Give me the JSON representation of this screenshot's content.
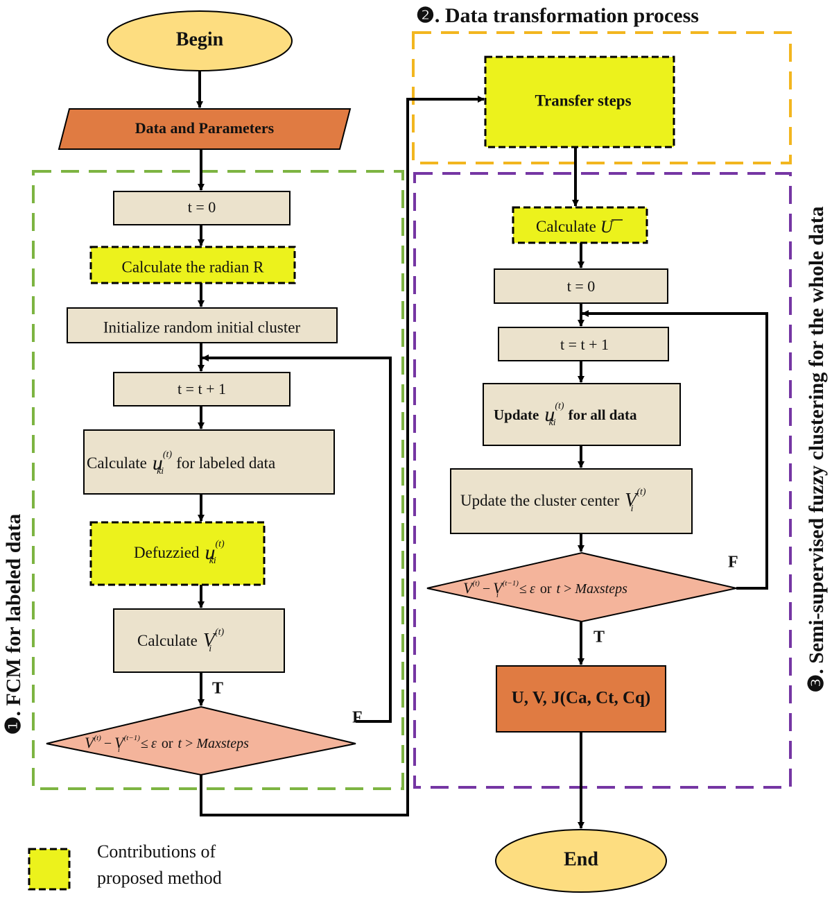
{
  "colors": {
    "group1_border": "#7db442",
    "group2_border": "#f2b61f",
    "group3_border": "#7536a3",
    "process_fill": "#ebe2cc",
    "contribution_fill": "#ecf21c",
    "decision_fill": "#f4b49b",
    "io_fill": "#e07b42",
    "output_fill": "#e07b42",
    "terminal_fill": "#fddd80",
    "line": "#000000"
  },
  "groups": {
    "g1_title": "❶. FCM for labeled data",
    "g2_title": "❷. Data transformation process",
    "g3_title": "❸. Semi-supervised fuzzy clustering for the whole data"
  },
  "nodes": {
    "begin": "Begin",
    "data": "Data and Parameters",
    "l_t0": "t = 0",
    "radian": "Calculate the radian R",
    "init": "Initialize random initial cluster",
    "l_tinc": "t = t + 1",
    "l_calc_u_pre": "Calculate",
    "l_calc_u_post": "for labeled data",
    "defuzz": "Defuzzied",
    "l_calc_v": "Calculate",
    "transfer": "Transfer steps",
    "calc_ubar": "Calculate",
    "r_t0": "t = 0",
    "r_tinc": "t = t + 1",
    "r_update_u_pre": "Update",
    "r_update_u_post": "for all data",
    "r_update_v": "Update the cluster center",
    "output": "U, V, J(Ca, Ct, Cq)",
    "end": "End"
  },
  "math": {
    "u": "u",
    "u_sup": "(t)",
    "u_sub": "ki",
    "v": "V",
    "v_sup": "(t)",
    "v_sub": "i",
    "ubar": "U",
    "cond_v1": "V",
    "cond_sup1": "(t)",
    "cond_minus": "−",
    "cond_v2": "V",
    "cond_sub2": "i",
    "cond_sup2": "(t−1)",
    "cond_leq": "≤",
    "cond_eps": "ε",
    "cond_or": "or",
    "cond_t": "t",
    "cond_gt": ">",
    "cond_max": "Maxsteps"
  },
  "edges": {
    "true_label": "T",
    "false_label": "F"
  },
  "legend": {
    "line1": "Contributions of",
    "line2": "proposed method"
  }
}
